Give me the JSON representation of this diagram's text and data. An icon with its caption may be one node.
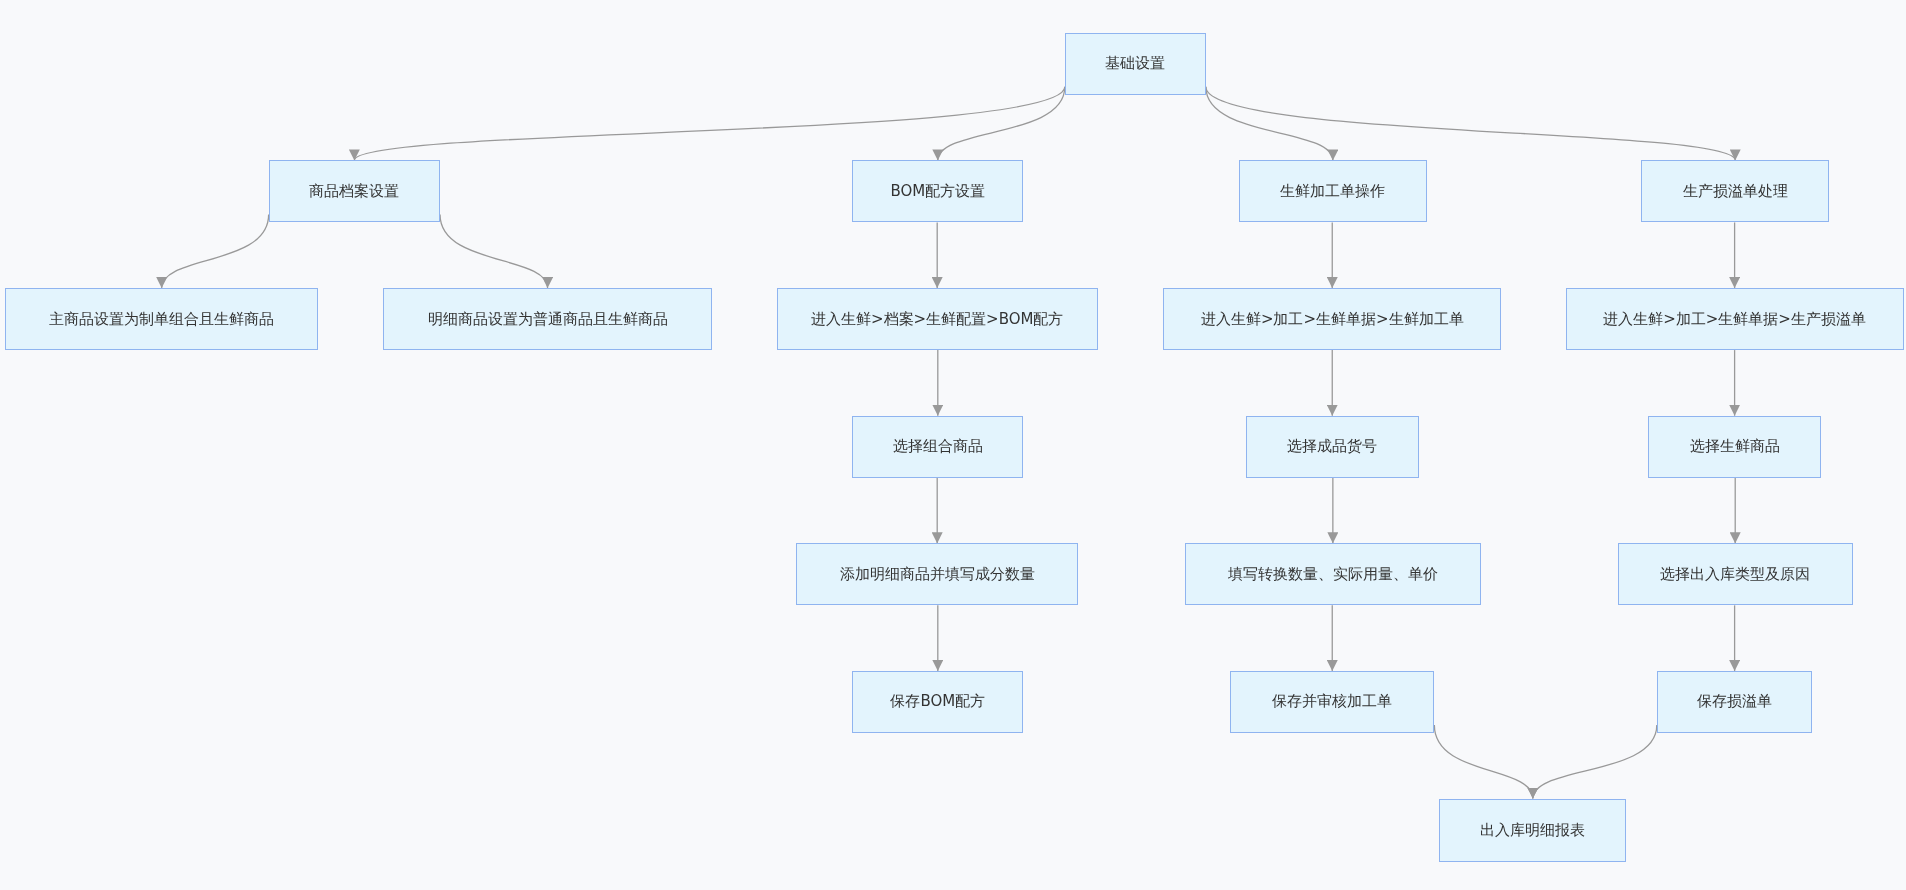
{
  "diagram": {
    "nodes": [
      {
        "text": [
          "基础设置"
        ]
      },
      {
        "text": [
          "商品档案设置"
        ]
      },
      {
        "text": [
          "BOM配方设置"
        ]
      },
      {
        "text": [
          "生鲜加工单操作"
        ]
      },
      {
        "text": [
          "生产损溢单处理"
        ]
      },
      {
        "text": [
          "主商品设置为制单组合且生鲜商品"
        ]
      },
      {
        "text": [
          "明细商品设置为普通商品且生鲜商品"
        ]
      },
      {
        "text": [
          "进入生鲜>档案>生鲜配置>BOM配方"
        ]
      },
      {
        "text": [
          "选择组合商品"
        ]
      },
      {
        "text": [
          "添加明细商品并填写成分数量"
        ]
      },
      {
        "text": [
          "保存BOM配方"
        ]
      },
      {
        "text": [
          "进入生鲜>加工>生鲜单据>生鲜加工单"
        ]
      },
      {
        "text": [
          "选择成品货号"
        ]
      },
      {
        "text": [
          "填写转换数量、实际用量、单价"
        ]
      },
      {
        "text": [
          "保存并审核加工单"
        ]
      },
      {
        "text": [
          "进入生鲜>加工>生鲜单据>生产损溢单"
        ]
      },
      {
        "text": [
          "选择生鲜商品"
        ]
      },
      {
        "text": [
          "选择出入库类型及原因"
        ]
      },
      {
        "text": [
          "保存损溢单"
        ]
      },
      {
        "text": [
          "出入库明细报表"
        ]
      }
    ],
    "edges": [
      {
        "from": 0,
        "to": 1,
        "arrow": "to"
      },
      {
        "from": 0,
        "to": 2,
        "arrow": "to"
      },
      {
        "from": 0,
        "to": 3,
        "arrow": "to"
      },
      {
        "from": 0,
        "to": 4,
        "arrow": "to"
      },
      {
        "from": 1,
        "to": 5,
        "arrow": "to"
      },
      {
        "from": 1,
        "to": 6,
        "arrow": "to"
      },
      {
        "from": 2,
        "to": 7,
        "arrow": "to"
      },
      {
        "from": 7,
        "to": 8,
        "arrow": "to"
      },
      {
        "from": 8,
        "to": 9,
        "arrow": "to"
      },
      {
        "from": 9,
        "to": 10,
        "arrow": "to"
      },
      {
        "from": 3,
        "to": 11,
        "arrow": "to"
      },
      {
        "from": 11,
        "to": 12,
        "arrow": "to"
      },
      {
        "from": 12,
        "to": 13,
        "arrow": "to"
      },
      {
        "from": 13,
        "to": 14,
        "arrow": "to"
      },
      {
        "from": 4,
        "to": 15,
        "arrow": "to"
      },
      {
        "from": 15,
        "to": 16,
        "arrow": "to"
      },
      {
        "from": 16,
        "to": 17,
        "arrow": "to"
      },
      {
        "from": 17,
        "to": 18,
        "arrow": "to"
      },
      {
        "from": 14,
        "to": 19,
        "arrow": "to"
      },
      {
        "from": 18,
        "to": 19,
        "arrow": "to"
      }
    ]
  }
}
